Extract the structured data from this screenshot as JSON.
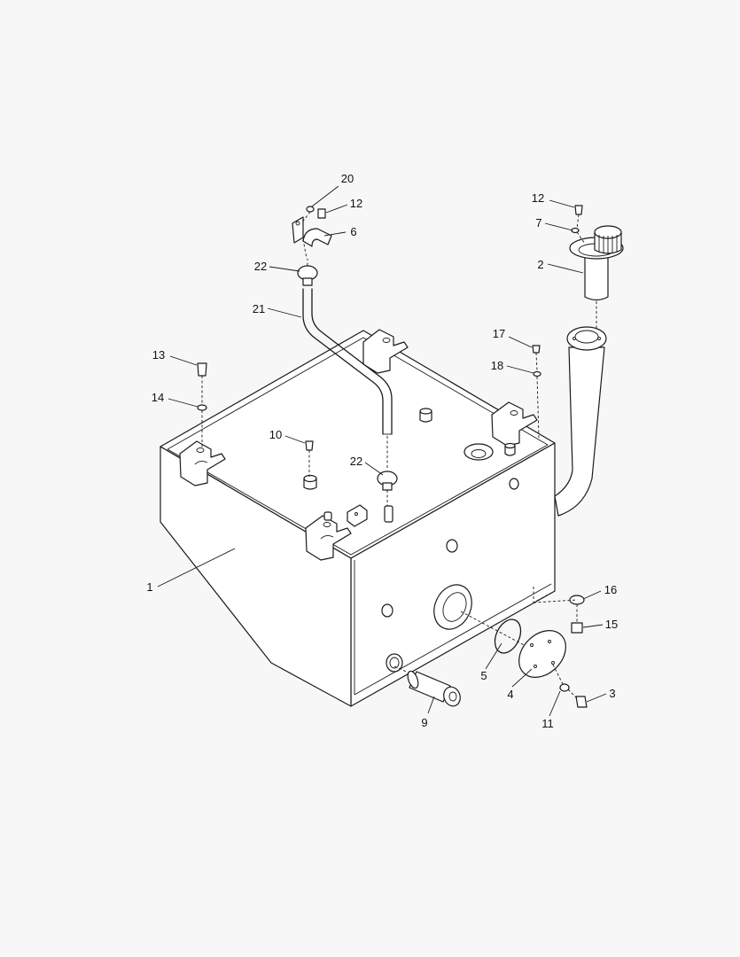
{
  "callouts": [
    {
      "id": "c20",
      "text": "20"
    },
    {
      "id": "c12a",
      "text": "12"
    },
    {
      "id": "c6",
      "text": "6"
    },
    {
      "id": "c12b",
      "text": "12"
    },
    {
      "id": "c7",
      "text": "7"
    },
    {
      "id": "c2",
      "text": "2"
    },
    {
      "id": "c22a",
      "text": "22"
    },
    {
      "id": "c21",
      "text": "21"
    },
    {
      "id": "c17",
      "text": "17"
    },
    {
      "id": "c18",
      "text": "18"
    },
    {
      "id": "c13",
      "text": "13"
    },
    {
      "id": "c14",
      "text": "14"
    },
    {
      "id": "c10",
      "text": "10"
    },
    {
      "id": "c22b",
      "text": "22"
    },
    {
      "id": "c1",
      "text": "1"
    },
    {
      "id": "c16",
      "text": "16"
    },
    {
      "id": "c15",
      "text": "15"
    },
    {
      "id": "c5",
      "text": "5"
    },
    {
      "id": "c4",
      "text": "4"
    },
    {
      "id": "c3",
      "text": "3"
    },
    {
      "id": "c11",
      "text": "11"
    },
    {
      "id": "c9",
      "text": "9"
    }
  ]
}
